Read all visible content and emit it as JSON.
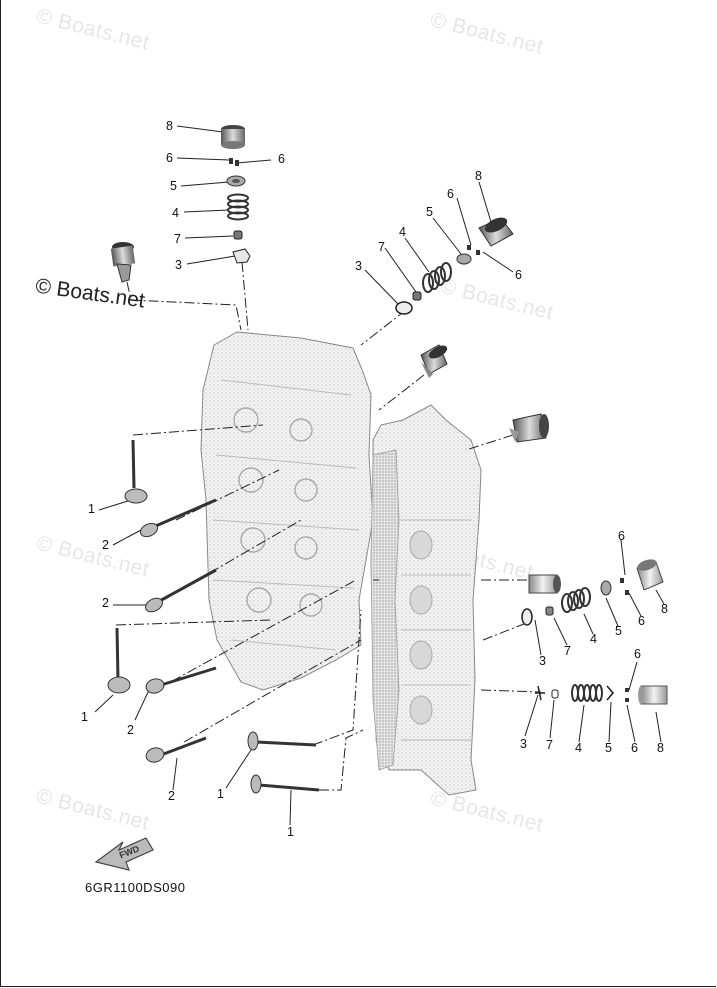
{
  "watermark": {
    "text": "© Boats.net"
  },
  "diagram_code": "6GR1100DS090",
  "fwd_label": "FWD",
  "callouts": [
    "8",
    "6",
    "6",
    "5",
    "4",
    "7",
    "3",
    "8",
    "6",
    "5",
    "4",
    "7",
    "3",
    "6",
    "1",
    "2",
    "2",
    "1",
    "2",
    "2",
    "1",
    "1",
    "6",
    "8",
    "6",
    "5",
    "4",
    "7",
    "3",
    "6",
    "8",
    "6",
    "5",
    "4",
    "7",
    "3"
  ]
}
